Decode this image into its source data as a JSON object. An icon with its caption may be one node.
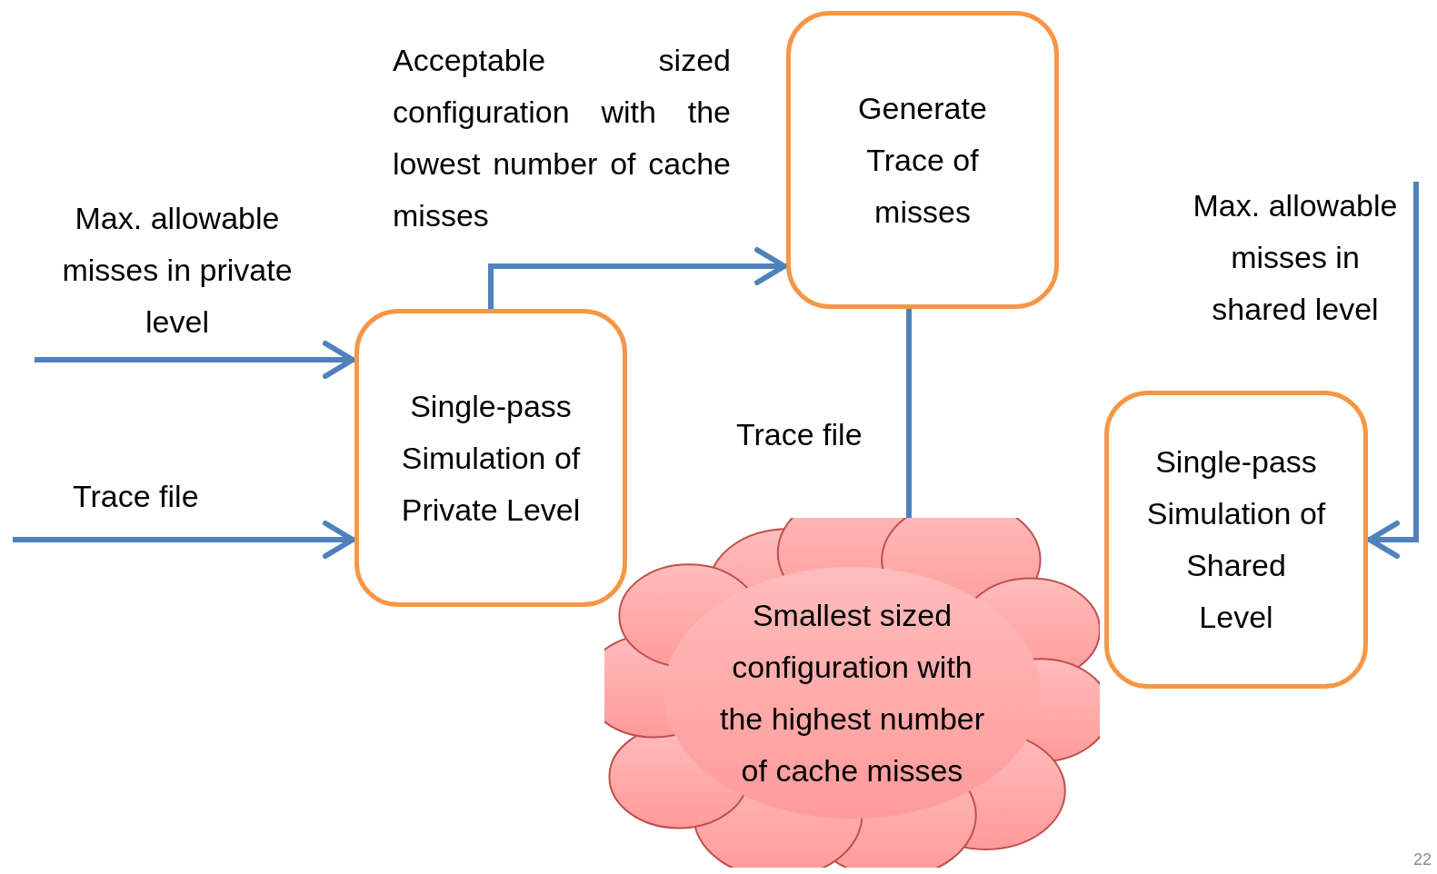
{
  "diagram": {
    "nodes": [
      {
        "text": [
          "Generate Trace of misses"
        ]
      },
      {
        "text": [
          "Single-pass Simulation of Private Level"
        ]
      },
      {
        "text": [
          "Single-pass Simulation of Shared Level"
        ]
      },
      {
        "text": [
          "Smallest sized configuration with the highest number of cache misses"
        ]
      }
    ],
    "edges": [
      {
        "from": null,
        "to": 1,
        "arrow": "to",
        "label": "Max. allowable misses in private level"
      },
      {
        "from": null,
        "to": 1,
        "arrow": "to",
        "label": "Trace file"
      },
      {
        "from": 1,
        "to": 0,
        "arrow": "to",
        "label": "Acceptable sized configuration with the lowest number of cache misses"
      },
      {
        "from": 0,
        "to": 3,
        "arrow": "none",
        "label": "Trace file"
      },
      {
        "from": null,
        "to": 2,
        "arrow": "to",
        "label": "Max. allowable misses in shared level"
      }
    ],
    "labels": [
      "22"
    ]
  }
}
